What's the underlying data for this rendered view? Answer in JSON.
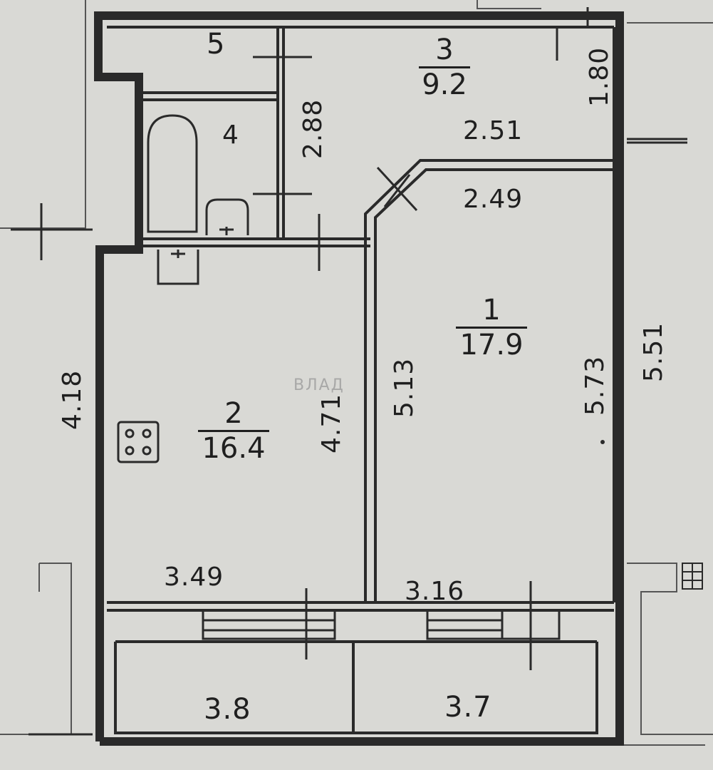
{
  "rooms": [
    {
      "id": "1",
      "number": "1",
      "area": "17.9"
    },
    {
      "id": "2",
      "number": "2",
      "area": "16.4"
    },
    {
      "id": "3",
      "number": "3",
      "area": "9.2"
    },
    {
      "id": "4",
      "number": "4"
    },
    {
      "id": "5",
      "number": "5"
    }
  ],
  "dimensions": {
    "d_2_88": "2.88",
    "d_2_51": "2.51",
    "d_1_80": "1.80",
    "d_2_49": "2.49",
    "d_4_18": "4.18",
    "d_4_71": "4.71",
    "d_5_13": "5.13",
    "d_5_73": "5.73",
    "d_5_51": "5.51",
    "d_3_49": "3.49",
    "d_3_16": "3.16",
    "d_3_8": "3.8",
    "d_3_7": "3.7"
  },
  "watermark": "ВЛАД",
  "colors": {
    "paper": "#d9d9d5",
    "ink": "#1f1f1f",
    "wall": "#2a2a2a"
  }
}
